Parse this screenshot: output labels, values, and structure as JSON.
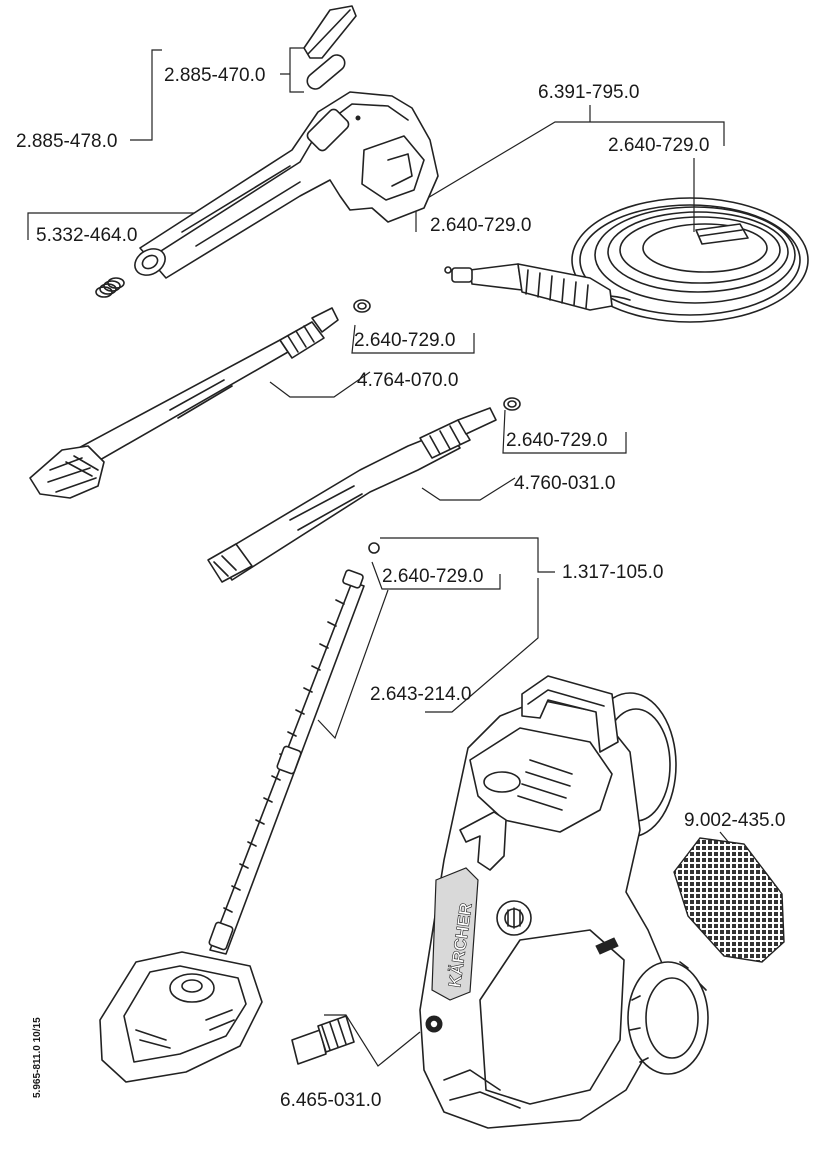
{
  "labels": {
    "trigger_gun": "2.885-478.0",
    "gun_clip": "2.885-470.0",
    "spring": "5.332-464.0",
    "hose_kit": "6.391-795.0",
    "hose_oring_top": "2.640-729.0",
    "hose_oring_end": "2.640-729.0",
    "powerlance_oring": "2.640-729.0",
    "powerlance": "4.764-070.0",
    "vario_oring": "2.640-729.0",
    "vario_lance": "4.760-031.0",
    "surface_cleaner_kit": "1.317-105.0",
    "extension_oring": "2.640-729.0",
    "extension_lance": "2.643-214.0",
    "water_filter": "9.002-435.0",
    "hose_adapter": "6.465-031.0"
  },
  "doc_code": "5.965-811.0  10/15",
  "brand_mark": "KÄRCHER"
}
